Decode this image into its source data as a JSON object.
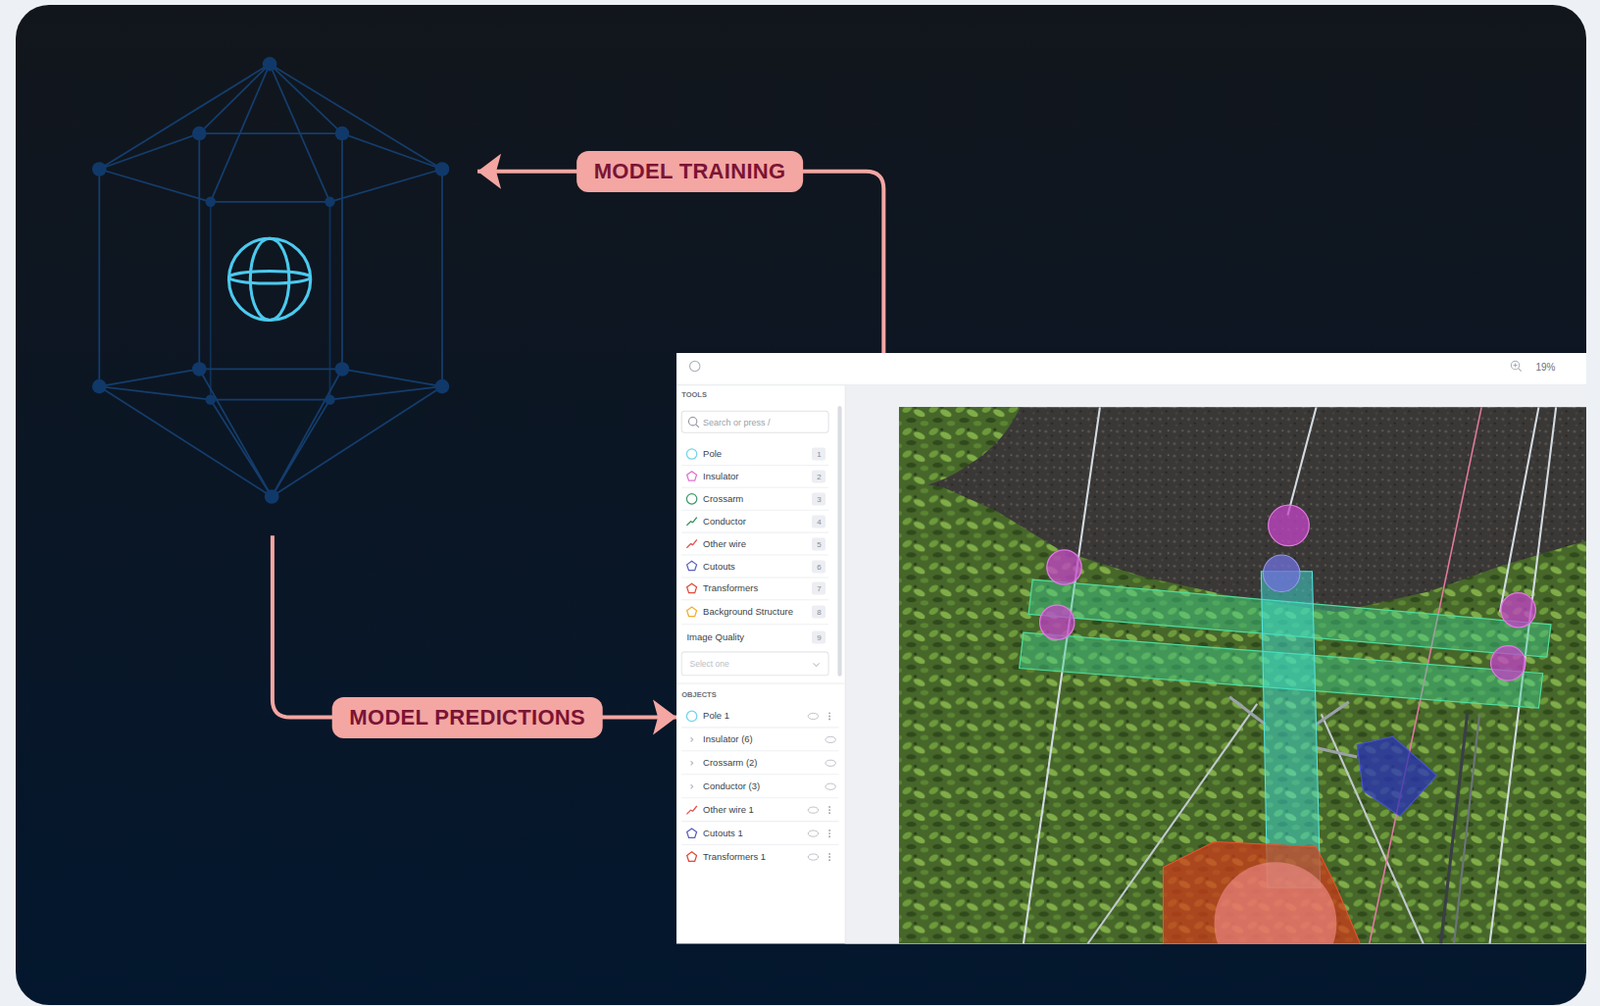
{
  "diagram": {
    "nodes": [
      {
        "text": []
      },
      {
        "text": [
          "19%",
          "TOOLS",
          "Search or press /",
          "Pole",
          "1",
          "Insulator",
          "2",
          "Crossarm",
          "3",
          "Conductor",
          "4",
          "Other wire",
          "5",
          "Cutouts",
          "6",
          "Transformers",
          "7",
          "Background Structure",
          "8",
          "Image Quality",
          "9",
          "Select one",
          "OBJECTS",
          "Pole 1",
          "Insulator (6)",
          "Crossarm (2)",
          "Conductor (3)",
          "Other wire 1",
          "Cutouts 1",
          "Transformers 1"
        ]
      }
    ],
    "edges": [
      {
        "from": 1,
        "to": 0,
        "arrow": "to",
        "label": "MODEL TRAINING"
      },
      {
        "from": 0,
        "to": 1,
        "arrow": "to",
        "label": "MODEL PREDICTIONS"
      }
    ]
  }
}
